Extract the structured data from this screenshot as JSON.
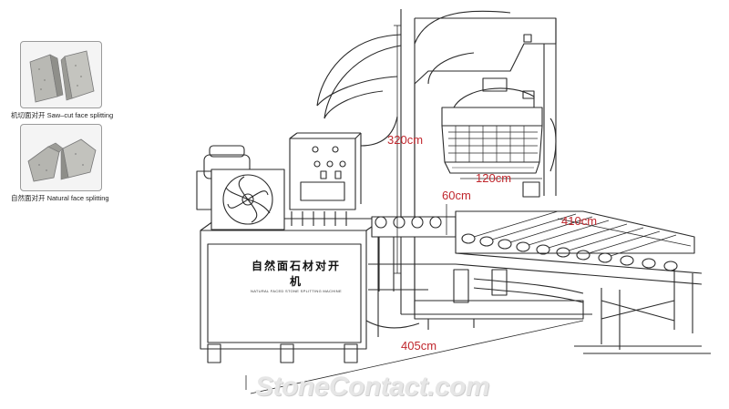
{
  "samples": [
    {
      "caption": "机切面对开 Saw–cut face splitting",
      "icon": "saw-cut-stone-sample-icon"
    },
    {
      "caption": "自然面对开 Natural face splitting",
      "icon": "natural-face-stone-sample-icon"
    }
  ],
  "machine": {
    "plate_cn": "自然面石材对开机",
    "plate_en": "NATURAL FACED STONE SPLITTING MACHINE"
  },
  "dimensions": {
    "height": "320cm",
    "width_blade": "120cm",
    "opening": "60cm",
    "roller_length": "410cm",
    "base_length": "405cm"
  },
  "watermark": "StoneContact.com",
  "colors": {
    "dimension_text": "#c0272d",
    "line": "#2a2a2a",
    "background": "#ffffff"
  }
}
